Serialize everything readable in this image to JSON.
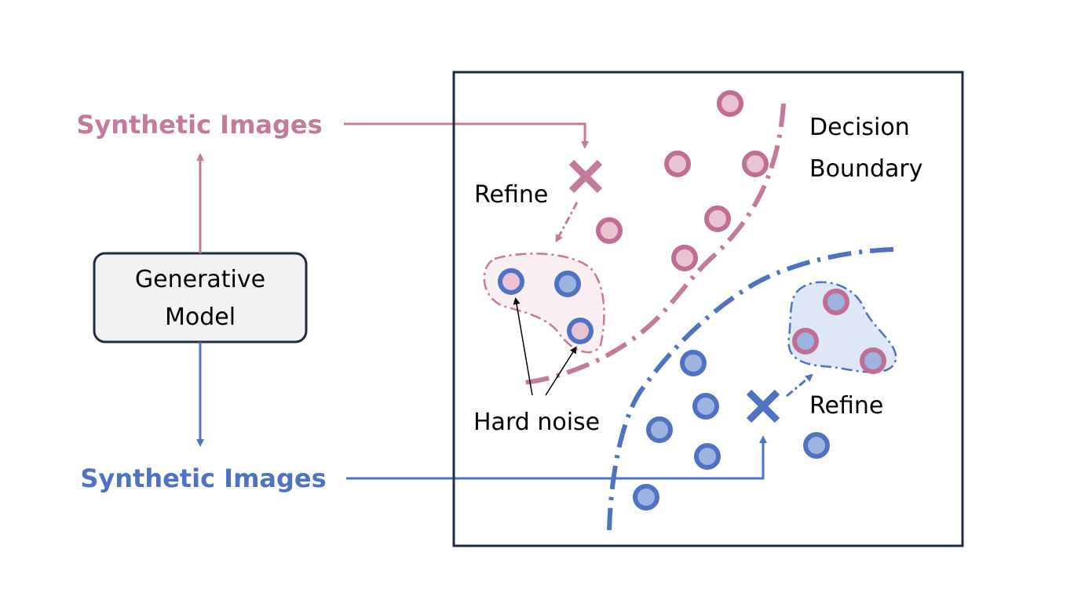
{
  "colors": {
    "pink": "#c47a9a",
    "pink_dark": "#c06f93",
    "pink_fill": "#e8c4d3",
    "pink_region": "#f9eef2",
    "blue": "#4f72c2",
    "blue_fill": "#9db4e0",
    "blue_region": "#dde7f6",
    "frame": "#1f2a44",
    "box_fill": "#f2f2f2",
    "text": "#000000"
  },
  "generator": {
    "label_line1": "Generative",
    "label_line2": "Model"
  },
  "synthetic_top": {
    "label": "Synthetic Images"
  },
  "synthetic_bottom": {
    "label": "Synthetic Images"
  },
  "panel": {
    "decision_line1": "Decision",
    "decision_line2": "Boundary",
    "refine_top": "Refine",
    "refine_bottom": "Refine",
    "hard_noise": "Hard noise"
  },
  "icons": {
    "cross_top": "x-mark-icon",
    "cross_bottom": "x-mark-icon"
  }
}
